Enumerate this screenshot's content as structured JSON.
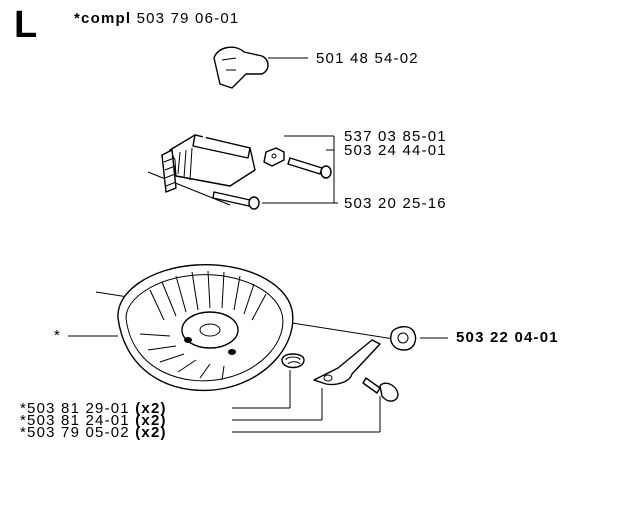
{
  "section_letter": "L",
  "header": {
    "prefix": "*compl",
    "number": "503 79 06-01"
  },
  "labels": {
    "part_cap": "501 48 54-02",
    "part_bracket": "537 03 85-01",
    "part_screw": "503 24 44-01",
    "part_screw_long": "503 20 25-16",
    "part_nut": "503 22 04-01",
    "part_flywheel": "*",
    "part_spring": "*503 81 29-01",
    "part_spring_qty": "(x2)",
    "part_pawl": "*503 81 24-01",
    "part_pawl_qty": "(x2)",
    "part_pin": "*503 79 05-02",
    "part_pin_qty": "(x2)"
  }
}
